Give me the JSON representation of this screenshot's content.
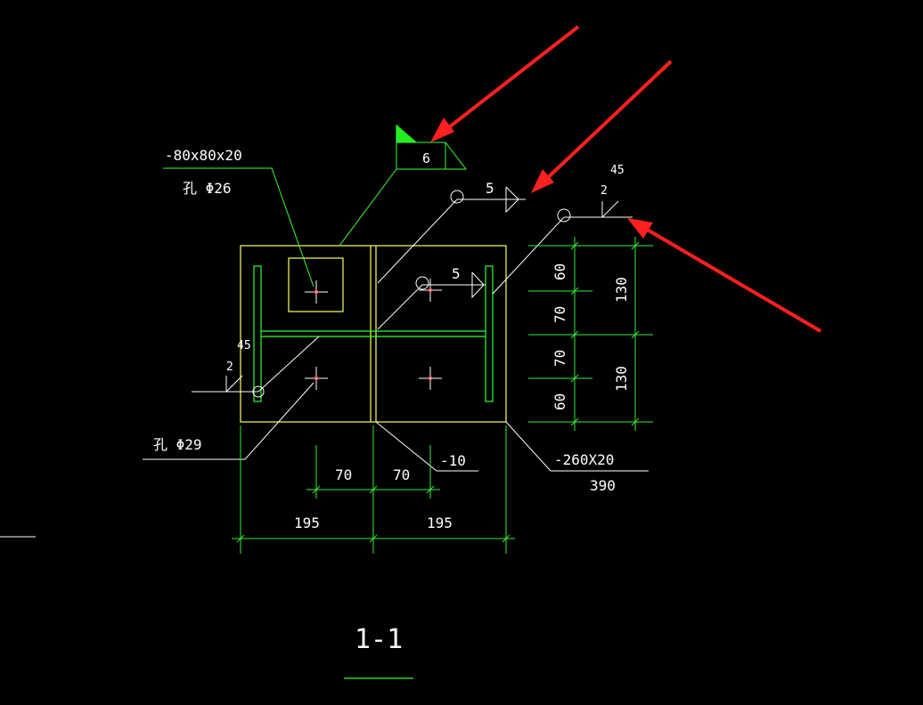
{
  "drawing": {
    "section_title": "1-1",
    "plate_label_line1": "-80x80x20",
    "plate_label_line2": "孔 Φ26",
    "hole_label": "孔 Φ29",
    "web_label": "-10",
    "base_label_line1": "-260X20",
    "base_label_line2": "390",
    "weld_flag_size": "6",
    "weld_top_size": "5",
    "weld_mid_size": "5",
    "weld_right_size": "2",
    "weld_right_angle": "45",
    "weld_left_size": "2",
    "weld_left_angle": "45",
    "dim_bottom_inner_left": "70",
    "dim_bottom_inner_right": "70",
    "dim_bottom_outer_left": "195",
    "dim_bottom_outer_right": "195",
    "dim_right_1": "60",
    "dim_right_2": "70",
    "dim_right_3": "70",
    "dim_right_4": "60",
    "dim_right_outer_top": "130",
    "dim_right_outer_bottom": "130"
  },
  "colors": {
    "background": "#000000",
    "outline": "#ffff66",
    "plate": "#33ff33",
    "leader": "#ffffff",
    "dimension": "#33ee33",
    "hole_mark": "#ff3333",
    "arrow": "#ff2020",
    "flag": "#22ee22"
  }
}
